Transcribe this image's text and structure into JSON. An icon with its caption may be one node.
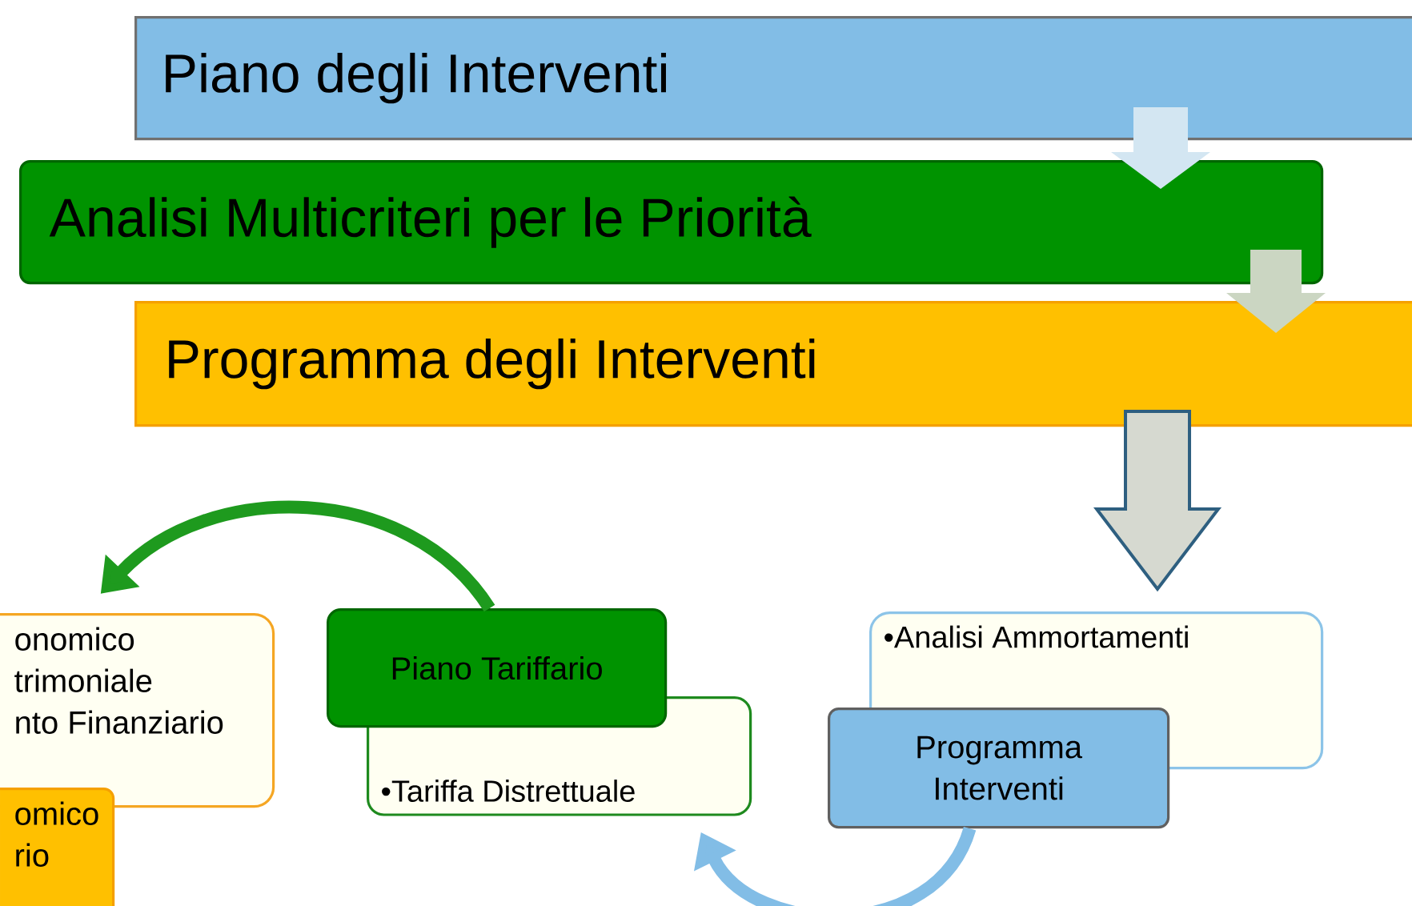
{
  "diagram": {
    "nodes": [
      {
        "text": [
          "Piano degli Interventi"
        ]
      },
      {
        "text": [
          "Analisi Multicriteri per le Priorità"
        ]
      },
      {
        "text": [
          "Programma degli Interventi"
        ]
      },
      {
        "text": [
          "onomico",
          "trimoniale",
          "nto Finanziario"
        ]
      },
      {
        "text": [
          "omico rio"
        ]
      },
      {
        "text": [
          "Piano Tariffario"
        ]
      },
      {
        "text": [
          "•Tariffa Distrettuale"
        ]
      },
      {
        "text": [
          "•Analisi Ammortamenti"
        ]
      },
      {
        "text": [
          "Programma Interventi"
        ]
      }
    ],
    "edges": [
      {
        "from": 0,
        "to": 1,
        "arrow": "to",
        "color": "#d3e6f2"
      },
      {
        "from": 1,
        "to": 2,
        "arrow": "to",
        "color": "#cbd6c2"
      },
      {
        "from": 2,
        "to": 7,
        "arrow": "to",
        "color": "#d6d9d0"
      },
      {
        "from": 5,
        "to": 3,
        "arrow": "to",
        "color": "#1e9a1e"
      },
      {
        "from": 8,
        "to": 6,
        "arrow": "to",
        "color": "#82bde6"
      }
    ]
  }
}
